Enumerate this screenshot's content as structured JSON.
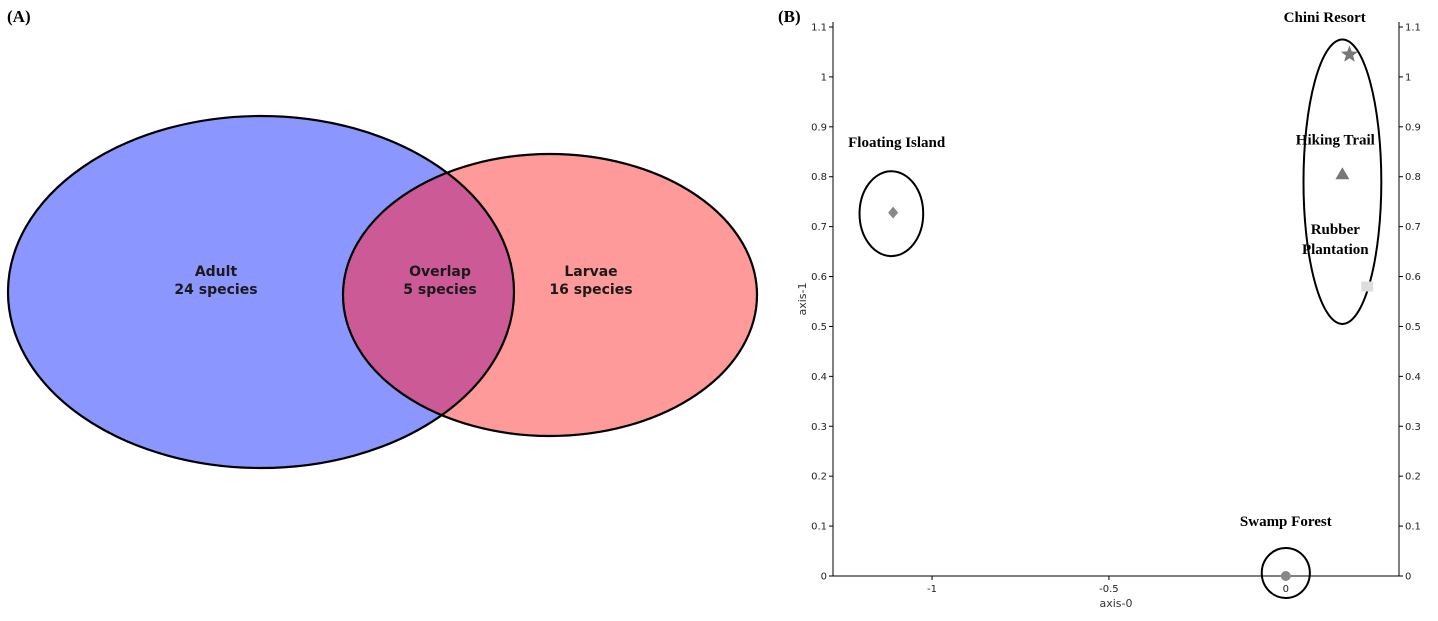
{
  "panels": {
    "a_label": "(A)",
    "b_label": "(B)"
  },
  "chart_data": [
    {
      "type": "venn",
      "sets": [
        {
          "label": "Adult",
          "value_text": "24 species",
          "color": "#8c96ff"
        },
        {
          "label": "Larvae",
          "value_text": "16 species",
          "color": "#ff9a9a"
        }
      ],
      "intersection": {
        "label": "Overlap",
        "value_text": "5 species",
        "color": "#cc5a96"
      }
    },
    {
      "type": "scatter",
      "xlabel": "axis-0",
      "ylabel": "axis-1",
      "xlim": [
        -1.28,
        0.32
      ],
      "ylim": [
        0,
        1.11
      ],
      "xticks": [
        -1,
        -0.5,
        0
      ],
      "yticks": [
        0,
        0.1,
        0.2,
        0.3,
        0.4,
        0.5,
        0.6,
        0.7,
        0.8,
        0.9,
        1,
        1.1
      ],
      "grid": false,
      "points": [
        {
          "name": "Chini Resort",
          "x": 0.18,
          "y": 1.045,
          "marker": "star",
          "color": "#777777"
        },
        {
          "name": "Hiking Trail",
          "x": 0.16,
          "y": 0.805,
          "marker": "triangle",
          "color": "#777777"
        },
        {
          "name": "Rubber Plantation",
          "x": 0.23,
          "y": 0.58,
          "marker": "square",
          "color": "#dddddd"
        },
        {
          "name": "Floating Island",
          "x": -1.11,
          "y": 0.728,
          "marker": "diamond",
          "color": "#888888"
        },
        {
          "name": "Swamp Forest",
          "x": 0.0,
          "y": 0.0,
          "marker": "circle",
          "color": "#888888"
        }
      ],
      "labels": [
        {
          "text": "Chini Resort",
          "x": 0.11,
          "y": 1.11
        },
        {
          "text": "Hiking Trail",
          "x": 0.14,
          "y": 0.865
        },
        {
          "text": "Rubber",
          "x": 0.14,
          "y": 0.685
        },
        {
          "text": "Plantation",
          "x": 0.14,
          "y": 0.645
        },
        {
          "text": "Floating Island",
          "x": -1.1,
          "y": 0.86
        },
        {
          "text": "Swamp Forest",
          "x": 0.0,
          "y": 0.1
        }
      ],
      "groups": [
        {
          "cx": 0.16,
          "cy": 0.79,
          "rx": 0.11,
          "ry": 0.285
        },
        {
          "cx": -1.115,
          "cy": 0.726,
          "rx": 0.09,
          "ry": 0.085
        },
        {
          "cx": 0.0,
          "cy": 0.006,
          "rx": 0.068,
          "ry": 0.05
        }
      ]
    }
  ]
}
